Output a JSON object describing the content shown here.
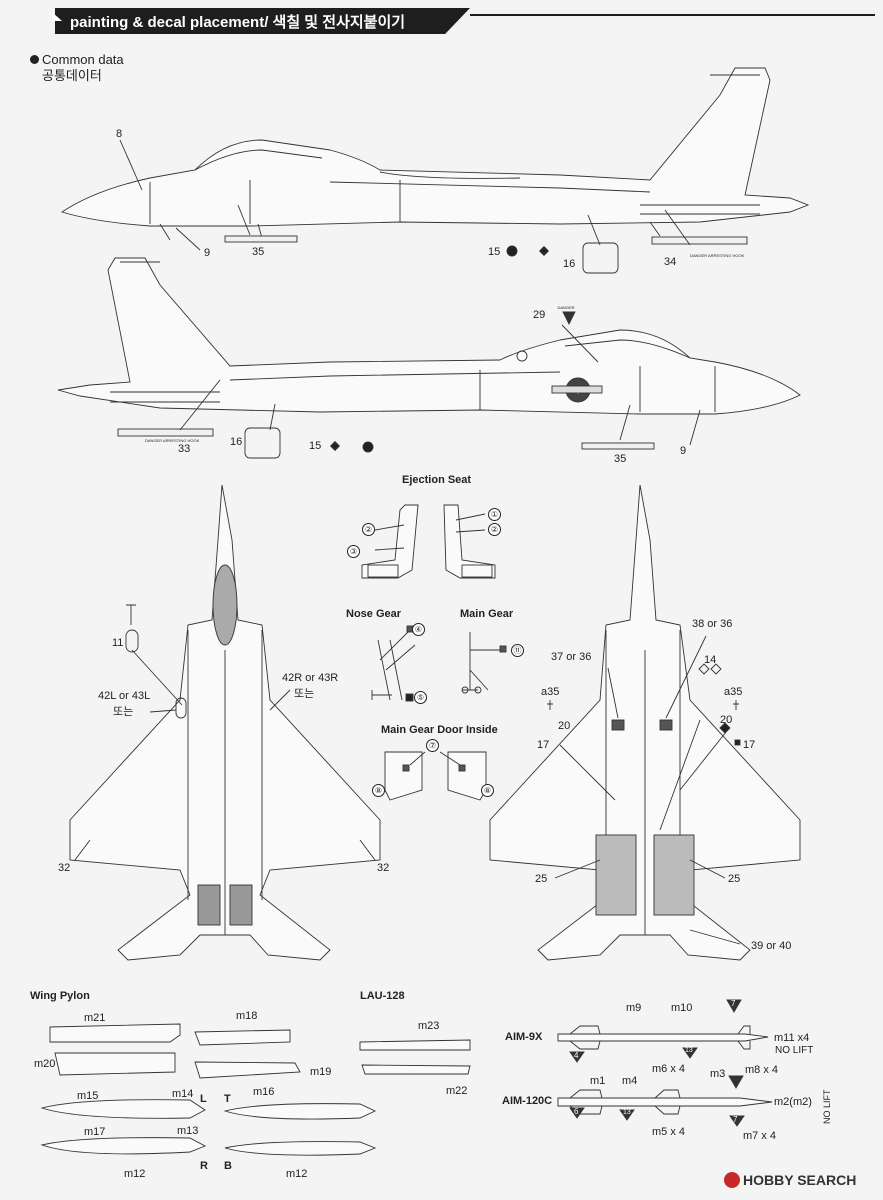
{
  "header": {
    "title": "painting & decal placement/ 색칠 및 전사지붙이기"
  },
  "common_data": {
    "label_en": "Common data",
    "label_ko": "공통데이터"
  },
  "side_view_left": {
    "callouts": [
      "8",
      "9",
      "35",
      "15",
      "16",
      "34"
    ],
    "hook_label": "DANGER ARRESTING HOOK"
  },
  "side_view_right": {
    "callouts": [
      "29",
      "33",
      "16",
      "15",
      "35",
      "9"
    ],
    "hook_label": "DANGER ARRESTING HOOK",
    "danger_label": "DANGER"
  },
  "ejection_seat": {
    "title": "Ejection Seat",
    "markers": [
      "①",
      "②",
      "②",
      "③"
    ]
  },
  "nose_gear": {
    "title": "Nose Gear",
    "markers": [
      "④",
      "⑤"
    ]
  },
  "main_gear": {
    "title": "Main Gear",
    "markers": [
      "⑪"
    ]
  },
  "main_gear_door": {
    "title": "Main Gear Door Inside",
    "markers": [
      "⑦",
      "⑧",
      "⑧"
    ]
  },
  "top_view": {
    "callouts": [
      "11",
      "42L or 43L",
      "또는",
      "42R or 43R",
      "또는",
      "32",
      "32"
    ]
  },
  "bottom_view": {
    "callouts": [
      "38 or 36",
      "37 or 36",
      "14",
      "a35",
      "a35",
      "20",
      "20",
      "17",
      "17",
      "25",
      "25",
      "39 or 40"
    ]
  },
  "wing_pylon": {
    "title": "Wing Pylon",
    "callouts": [
      "m21",
      "m18",
      "m20",
      "m19",
      "m15",
      "m14",
      "m16",
      "m17",
      "m13",
      "m12",
      "m12"
    ],
    "side_letters": [
      "L",
      "T",
      "R",
      "B"
    ]
  },
  "lau128": {
    "title": "LAU-128",
    "callouts": [
      "m23",
      "m22"
    ]
  },
  "aim9x": {
    "title": "AIM-9X",
    "callouts": [
      "m9",
      "m10",
      "m11 x4"
    ],
    "note": "NO LIFT",
    "markers": [
      "7",
      "4",
      "13"
    ]
  },
  "aim120c": {
    "title": "AIM-120C",
    "callouts": [
      "m1",
      "m4",
      "m6 x 4",
      "m3",
      "m8 x 4",
      "m2(m2)",
      "m5 x 4",
      "m7 x 4"
    ],
    "note": "NO LIFT",
    "markers": [
      "6",
      "13",
      "7"
    ]
  },
  "watermark": "HOBBY SEARCH"
}
